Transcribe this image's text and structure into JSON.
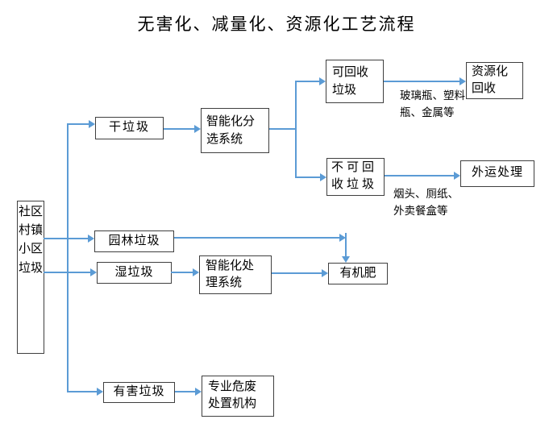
{
  "title": "无害化、减量化、资源化工艺流程",
  "colors": {
    "connector_blue": "#5B9BD5",
    "node_border": "#3F3F3F",
    "text": "#000000",
    "background": "#FFFFFF"
  },
  "nodes": {
    "source": {
      "label": "社区村镇小区垃圾"
    },
    "dry": {
      "label": "干垃圾"
    },
    "sorting": {
      "label": "智能化分\n选系统"
    },
    "recyclable": {
      "label": "可回收\n垃圾"
    },
    "non_recyclable": {
      "label": "不可回\n收垃圾"
    },
    "resource_recovery": {
      "label": "资源化\n回收"
    },
    "outbound": {
      "label": "外运处理"
    },
    "garden": {
      "label": "园林垃圾"
    },
    "wet": {
      "label": "湿垃圾"
    },
    "processing": {
      "label": "智能化处\n理系统"
    },
    "organic": {
      "label": "有机肥"
    },
    "hazardous": {
      "label": "有害垃圾"
    },
    "disposal": {
      "label": "专业危废\n处置机构"
    }
  },
  "annotations": {
    "recyclable_examples": "玻璃瓶、塑料\n瓶、金属等",
    "non_recyclable_examples": "烟头、厕纸、\n外卖餐盒等"
  }
}
